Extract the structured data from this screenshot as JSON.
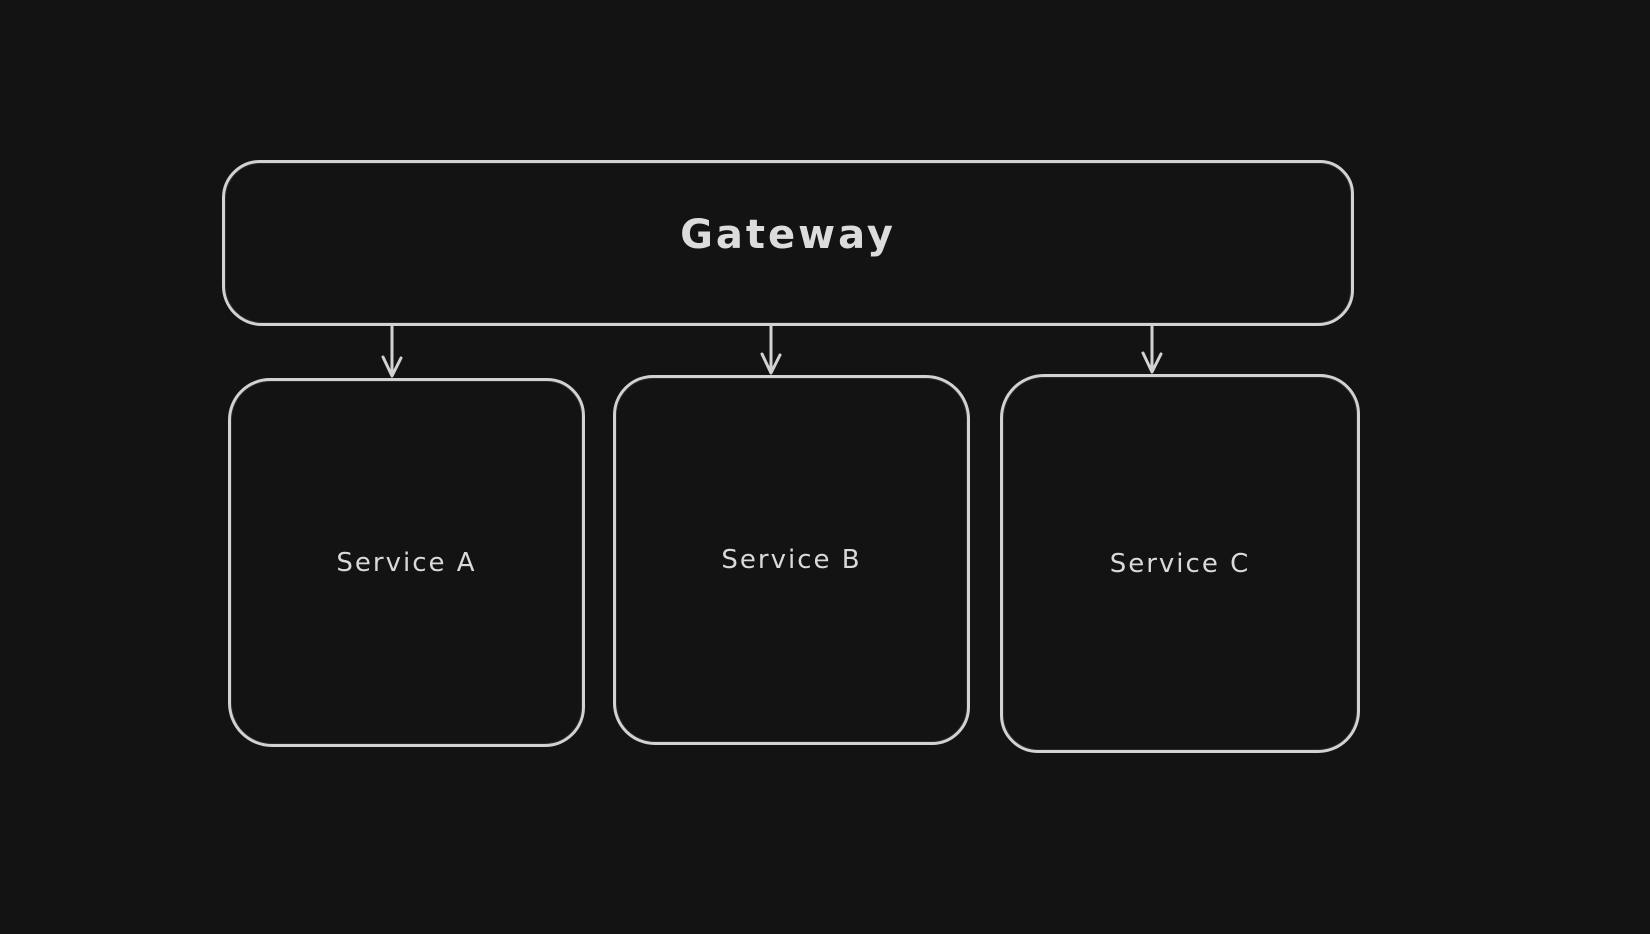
{
  "diagram": {
    "type": "flowchart",
    "style": "hand-drawn-dark",
    "colors": {
      "background": "#131313",
      "node_stroke": "#d2d2d2",
      "gateway_label_text": "#dcdcdc",
      "service_label_text": "#d9d9d9",
      "arrow": "#d2d2d2"
    },
    "nodes": [
      {
        "id": "gateway",
        "label": "Gateway"
      },
      {
        "id": "service-a",
        "label": "Service A"
      },
      {
        "id": "service-b",
        "label": "Service B"
      },
      {
        "id": "service-c",
        "label": "Service C"
      }
    ],
    "edges": [
      {
        "from": "gateway",
        "to": "service-a"
      },
      {
        "from": "gateway",
        "to": "service-b"
      },
      {
        "from": "gateway",
        "to": "service-c"
      }
    ]
  }
}
